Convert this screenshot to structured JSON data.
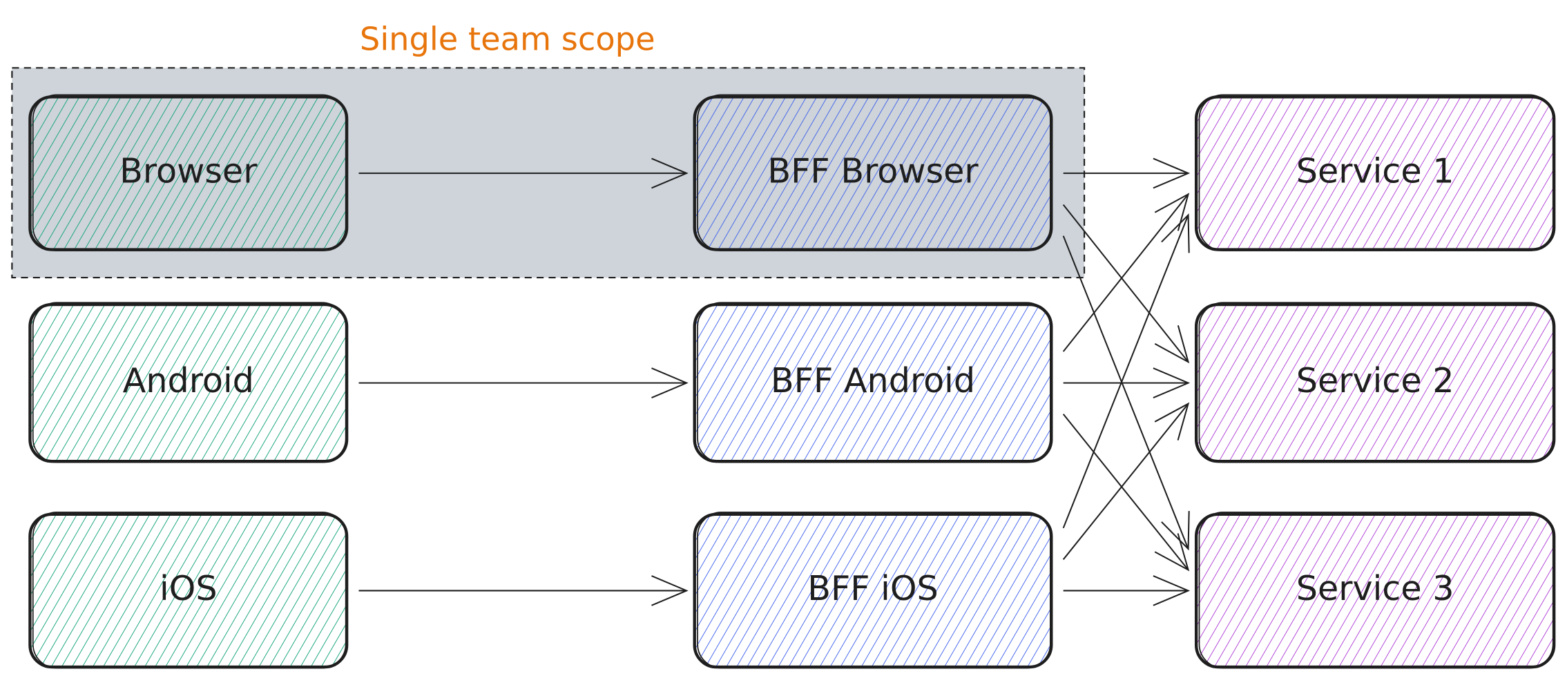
{
  "group": {
    "label": "Single team scope",
    "members": [
      "browser",
      "bff-browser"
    ]
  },
  "colors": {
    "client": "#12a37a",
    "bff": "#4263eb",
    "service": "#b040d6",
    "group_bg": "#ced4da",
    "title": "#e8750c",
    "stroke": "#1e1e1e"
  },
  "nodes": [
    {
      "id": "browser",
      "label": "Browser",
      "kind": "client",
      "col": 0,
      "row": 0
    },
    {
      "id": "android",
      "label": "Android",
      "kind": "client",
      "col": 0,
      "row": 1
    },
    {
      "id": "ios",
      "label": "iOS",
      "kind": "client",
      "col": 0,
      "row": 2
    },
    {
      "id": "bff-browser",
      "label": "BFF Browser",
      "kind": "bff",
      "col": 1,
      "row": 0
    },
    {
      "id": "bff-android",
      "label": "BFF Android",
      "kind": "bff",
      "col": 1,
      "row": 1
    },
    {
      "id": "bff-ios",
      "label": "BFF iOS",
      "kind": "bff",
      "col": 1,
      "row": 2
    },
    {
      "id": "service-1",
      "label": "Service 1",
      "kind": "service",
      "col": 2,
      "row": 0
    },
    {
      "id": "service-2",
      "label": "Service 2",
      "kind": "service",
      "col": 2,
      "row": 1
    },
    {
      "id": "service-3",
      "label": "Service 3",
      "kind": "service",
      "col": 2,
      "row": 2
    }
  ],
  "edges": [
    {
      "from": "browser",
      "to": "bff-browser"
    },
    {
      "from": "android",
      "to": "bff-android"
    },
    {
      "from": "ios",
      "to": "bff-ios"
    },
    {
      "from": "bff-browser",
      "to": "service-1"
    },
    {
      "from": "bff-browser",
      "to": "service-2"
    },
    {
      "from": "bff-browser",
      "to": "service-3"
    },
    {
      "from": "bff-android",
      "to": "service-1"
    },
    {
      "from": "bff-android",
      "to": "service-2"
    },
    {
      "from": "bff-android",
      "to": "service-3"
    },
    {
      "from": "bff-ios",
      "to": "service-1"
    },
    {
      "from": "bff-ios",
      "to": "service-2"
    },
    {
      "from": "bff-ios",
      "to": "service-3"
    }
  ]
}
